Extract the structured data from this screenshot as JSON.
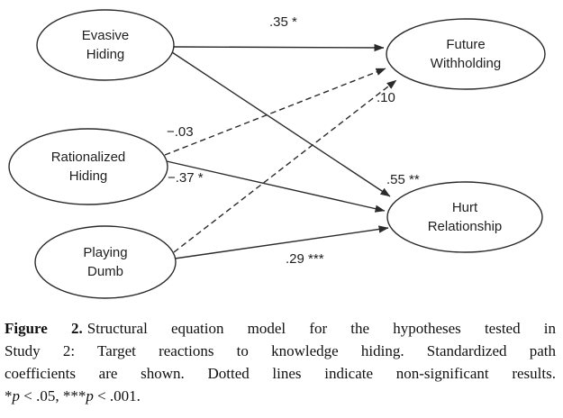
{
  "figure": {
    "kind": "structural-equation-model-diagram"
  },
  "colors": {
    "background": "#ffffff",
    "line": "#2b2b2b",
    "text": "#1f1f1f",
    "caption_text": "#111111"
  },
  "nodes": [
    {
      "id": "evasive-hiding",
      "label": "Evasive\nHiding"
    },
    {
      "id": "rationalized-hiding",
      "label": "Rationalized\nHiding"
    },
    {
      "id": "playing-dumb",
      "label": "Playing\nDumb"
    },
    {
      "id": "future-withholding",
      "label": "Future\nWithholding"
    },
    {
      "id": "hurt-relationship",
      "label": "Hurt\nRelationship"
    }
  ],
  "edges": [
    {
      "from": "Evasive Hiding",
      "to": "Future Withholding",
      "label": ".35 *",
      "style": "solid",
      "significant": true
    },
    {
      "from": "Evasive Hiding",
      "to": "Hurt Relationship",
      "label": ".55 **",
      "style": "solid",
      "significant": true
    },
    {
      "from": "Rationalized Hiding",
      "to": "Future Withholding",
      "label": "−.03",
      "style": "dashed",
      "significant": false
    },
    {
      "from": "Rationalized Hiding",
      "to": "Hurt Relationship",
      "label": "−.37 *",
      "style": "solid",
      "significant": true
    },
    {
      "from": "Playing Dumb",
      "to": "Future Withholding",
      "label": ".10",
      "style": "dashed",
      "significant": false
    },
    {
      "from": "Playing Dumb",
      "to": "Hurt Relationship",
      "label": ".29 ***",
      "style": "solid",
      "significant": true
    }
  ],
  "caption": {
    "line1_label": "Figure 2.",
    "line1_rest": "Structural equation model for the hypotheses tested in",
    "line2": "Study 2: Target reactions to knowledge hiding. Standardized path",
    "line3": "coefficients are shown. Dotted lines indicate non-significant results.",
    "line4": {
      "star1": "*",
      "p1": "p",
      "mid": " < .05, ***",
      "p2": "p",
      "end": " < .001."
    }
  }
}
